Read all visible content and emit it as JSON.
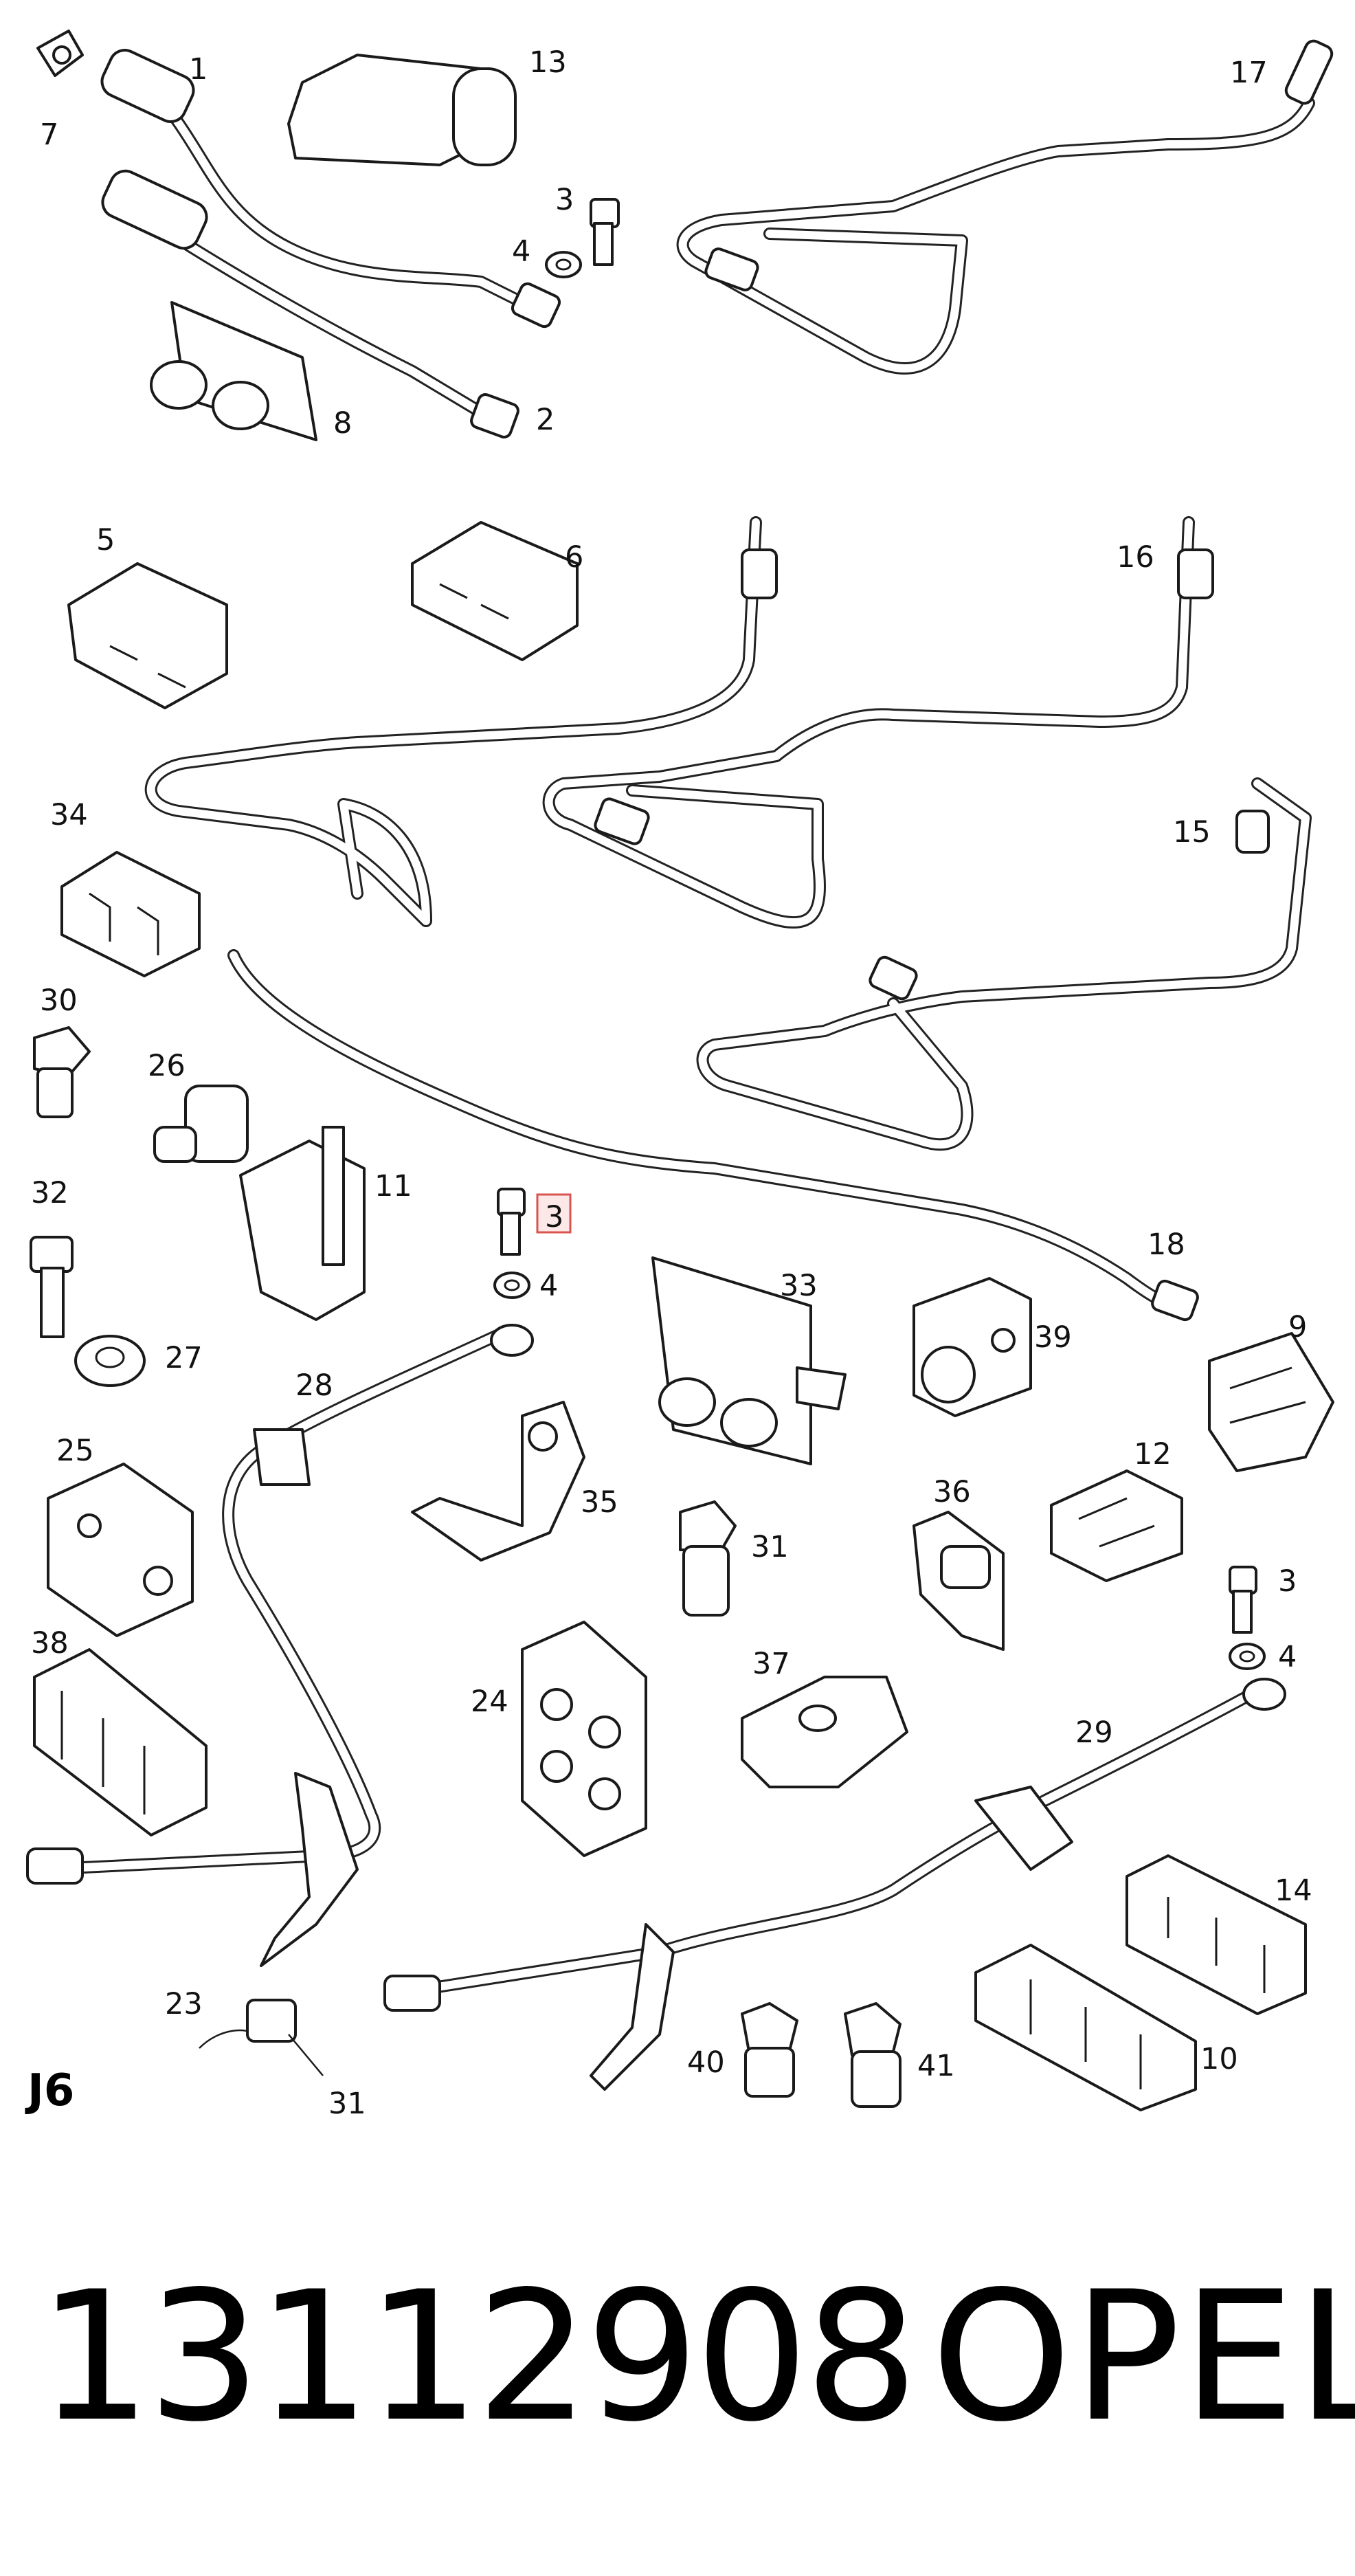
{
  "diagram": {
    "id_label": "J6",
    "highlighted_callout": "3",
    "highlight_color": "#d9534f",
    "callouts": [
      "1",
      "7",
      "13",
      "17",
      "3",
      "4",
      "8",
      "2",
      "5",
      "6",
      "16",
      "34",
      "15",
      "30",
      "26",
      "11",
      "32",
      "3",
      "4",
      "27",
      "28",
      "33",
      "39",
      "18",
      "9",
      "25",
      "35",
      "31",
      "12",
      "36",
      "3",
      "38",
      "24",
      "37",
      "4",
      "29",
      "14",
      "23",
      "31",
      "40",
      "41",
      "10"
    ]
  },
  "footer": {
    "part_number": "13112908",
    "brand": "OPEL"
  }
}
